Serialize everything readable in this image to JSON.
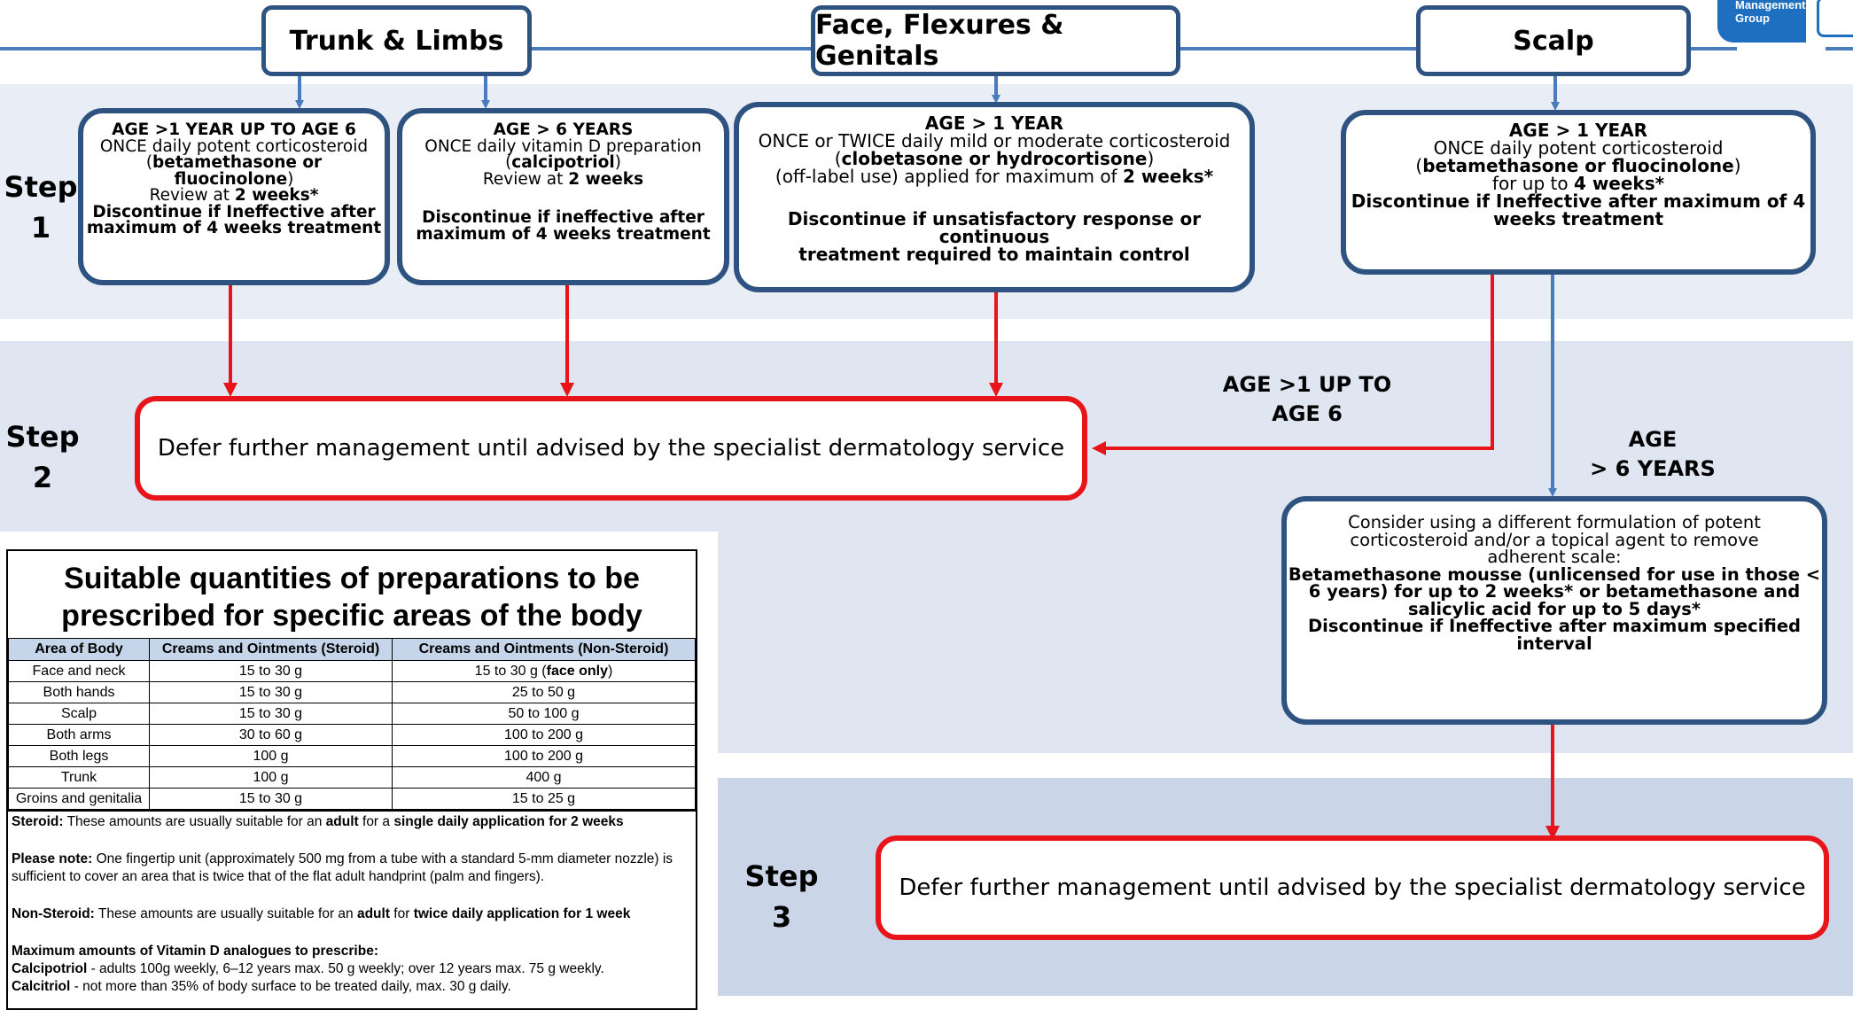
{
  "colors": {
    "navy": "#2f5380",
    "red": "#e8141a",
    "band1": "#e9eef6",
    "band2": "#dfe6f1",
    "band3": "#cad6e8",
    "header_fill": "#c5d5ea"
  },
  "top_text": "unclear/cropped at top edge",
  "logo": {
    "line1": "Management",
    "line2": "Group"
  },
  "headers": {
    "trunk": "Trunk & Limbs",
    "face": "Face, Flexures & Genitals",
    "scalp": "Scalp"
  },
  "steps": {
    "s1": {
      "word": "Step",
      "num": "1"
    },
    "s2": {
      "word": "Step",
      "num": "2"
    },
    "s3": {
      "word": "Step",
      "num": "3"
    }
  },
  "box_a": {
    "l1": "AGE >1 YEAR UP TO AGE 6",
    "l2": "ONCE daily potent corticosteroid",
    "l3a": "(",
    "l3b": "betamethasone or",
    "l4a": "fluocinolone",
    "l4b": ")",
    "l5a": "Review at ",
    "l5b": "2 weeks*",
    "l6": "Discontinue if Ineffective after",
    "l7": "maximum of 4 weeks treatment"
  },
  "box_b": {
    "l1": "AGE > 6 YEARS",
    "l2": "ONCE daily vitamin D preparation",
    "l3a": "(",
    "l3b": "calcipotriol",
    "l3c": ")",
    "l4a": "Review at ",
    "l4b": "2 weeks",
    "l5": "Discontinue if ineffective after",
    "l6": "maximum of 4 weeks treatment"
  },
  "box_c": {
    "l1": "AGE > 1 YEAR",
    "l2": "ONCE or TWICE daily mild or moderate corticosteroid",
    "l3a": "(",
    "l3b": "clobetasone or hydrocortisone",
    "l3c": ")",
    "l4a": "(off-label use) applied for maximum of ",
    "l4b": "2 weeks*",
    "l5": "Discontinue if unsatisfactory response or continuous",
    "l6": "treatment required to maintain control"
  },
  "box_d": {
    "l1": "AGE > 1 YEAR",
    "l2": "ONCE daily potent corticosteroid",
    "l3a": "(",
    "l3b": "betamethasone or fluocinolone",
    "l3c": ")",
    "l4a": "for up to ",
    "l4b": "4 weeks*",
    "l5": "Discontinue if Ineffective after maximum of 4",
    "l6": "weeks treatment"
  },
  "box_e": {
    "l1": "Consider using a different formulation of potent",
    "l2": "corticosteroid and/or a topical agent to remove",
    "l3": "adherent scale:",
    "l4": "Betamethasone mousse (unlicensed for use in those <",
    "l5": "6 years) for up to 2 weeks* or betamethasone and",
    "l6": "salicylic acid for up to 5 days*",
    "l7": "Discontinue if Ineffective after maximum specified",
    "l8": "interval"
  },
  "defer_text": "Defer further management until advised by the specialist dermatology service",
  "labels": {
    "age1to6_l1": "AGE >1 UP TO",
    "age1to6_l2": "AGE 6",
    "age6_l1": "AGE",
    "age6_l2": "> 6 YEARS"
  },
  "quantities": {
    "title_l1": "Suitable quantities of preparations to be",
    "title_l2": "prescribed for specific areas of the body",
    "columns": [
      "Area of Body",
      "Creams and Ointments (Steroid)",
      "Creams and Ointments (Non-Steroid)"
    ],
    "rows": [
      [
        "Face and neck",
        "15 to 30 g",
        "15 to 30 g (",
        "face only",
        ")"
      ],
      [
        "Both hands",
        "15 to 30 g",
        "25 to 50 g"
      ],
      [
        "Scalp",
        "15 to 30 g",
        "50 to 100 g"
      ],
      [
        "Both arms",
        "30 to 60 g",
        "100 to 200 g"
      ],
      [
        "Both legs",
        "100 g",
        "100 to 200 g"
      ],
      [
        "Trunk",
        "100 g",
        "400 g"
      ],
      [
        "Groins and genitalia",
        "15 to 30 g",
        "15 to 25 g"
      ]
    ],
    "note1": {
      "b1": "Steroid:",
      "t1": " These amounts are usually suitable for an ",
      "b2": "adult",
      "t2": " for a ",
      "b3": "single daily application for 2 weeks"
    },
    "note2": {
      "b1": "Please note:",
      "t1": " One fingertip unit (approximately 500 mg from a tube with a standard 5-mm diameter nozzle) is sufficient to cover an area that is twice that of the flat adult handprint (palm and fingers)."
    },
    "note3": {
      "b1": "Non-Steroid:",
      "t1": " These amounts are usually suitable for an ",
      "b2": "adult",
      "t2": " for ",
      "b3": "twice daily application for 1 week"
    },
    "note4": {
      "b1": "Maximum amounts of Vitamin D analogues to prescribe:"
    },
    "note5": {
      "b1": "Calcipotriol",
      "t1": " - adults 100g weekly, 6–12 years max. 50 g weekly; over 12 years max. 75 g weekly."
    },
    "note6": {
      "b1": "Calcitriol",
      "t1": " - not more than 35% of body surface to be treated daily, max. 30 g daily."
    }
  }
}
